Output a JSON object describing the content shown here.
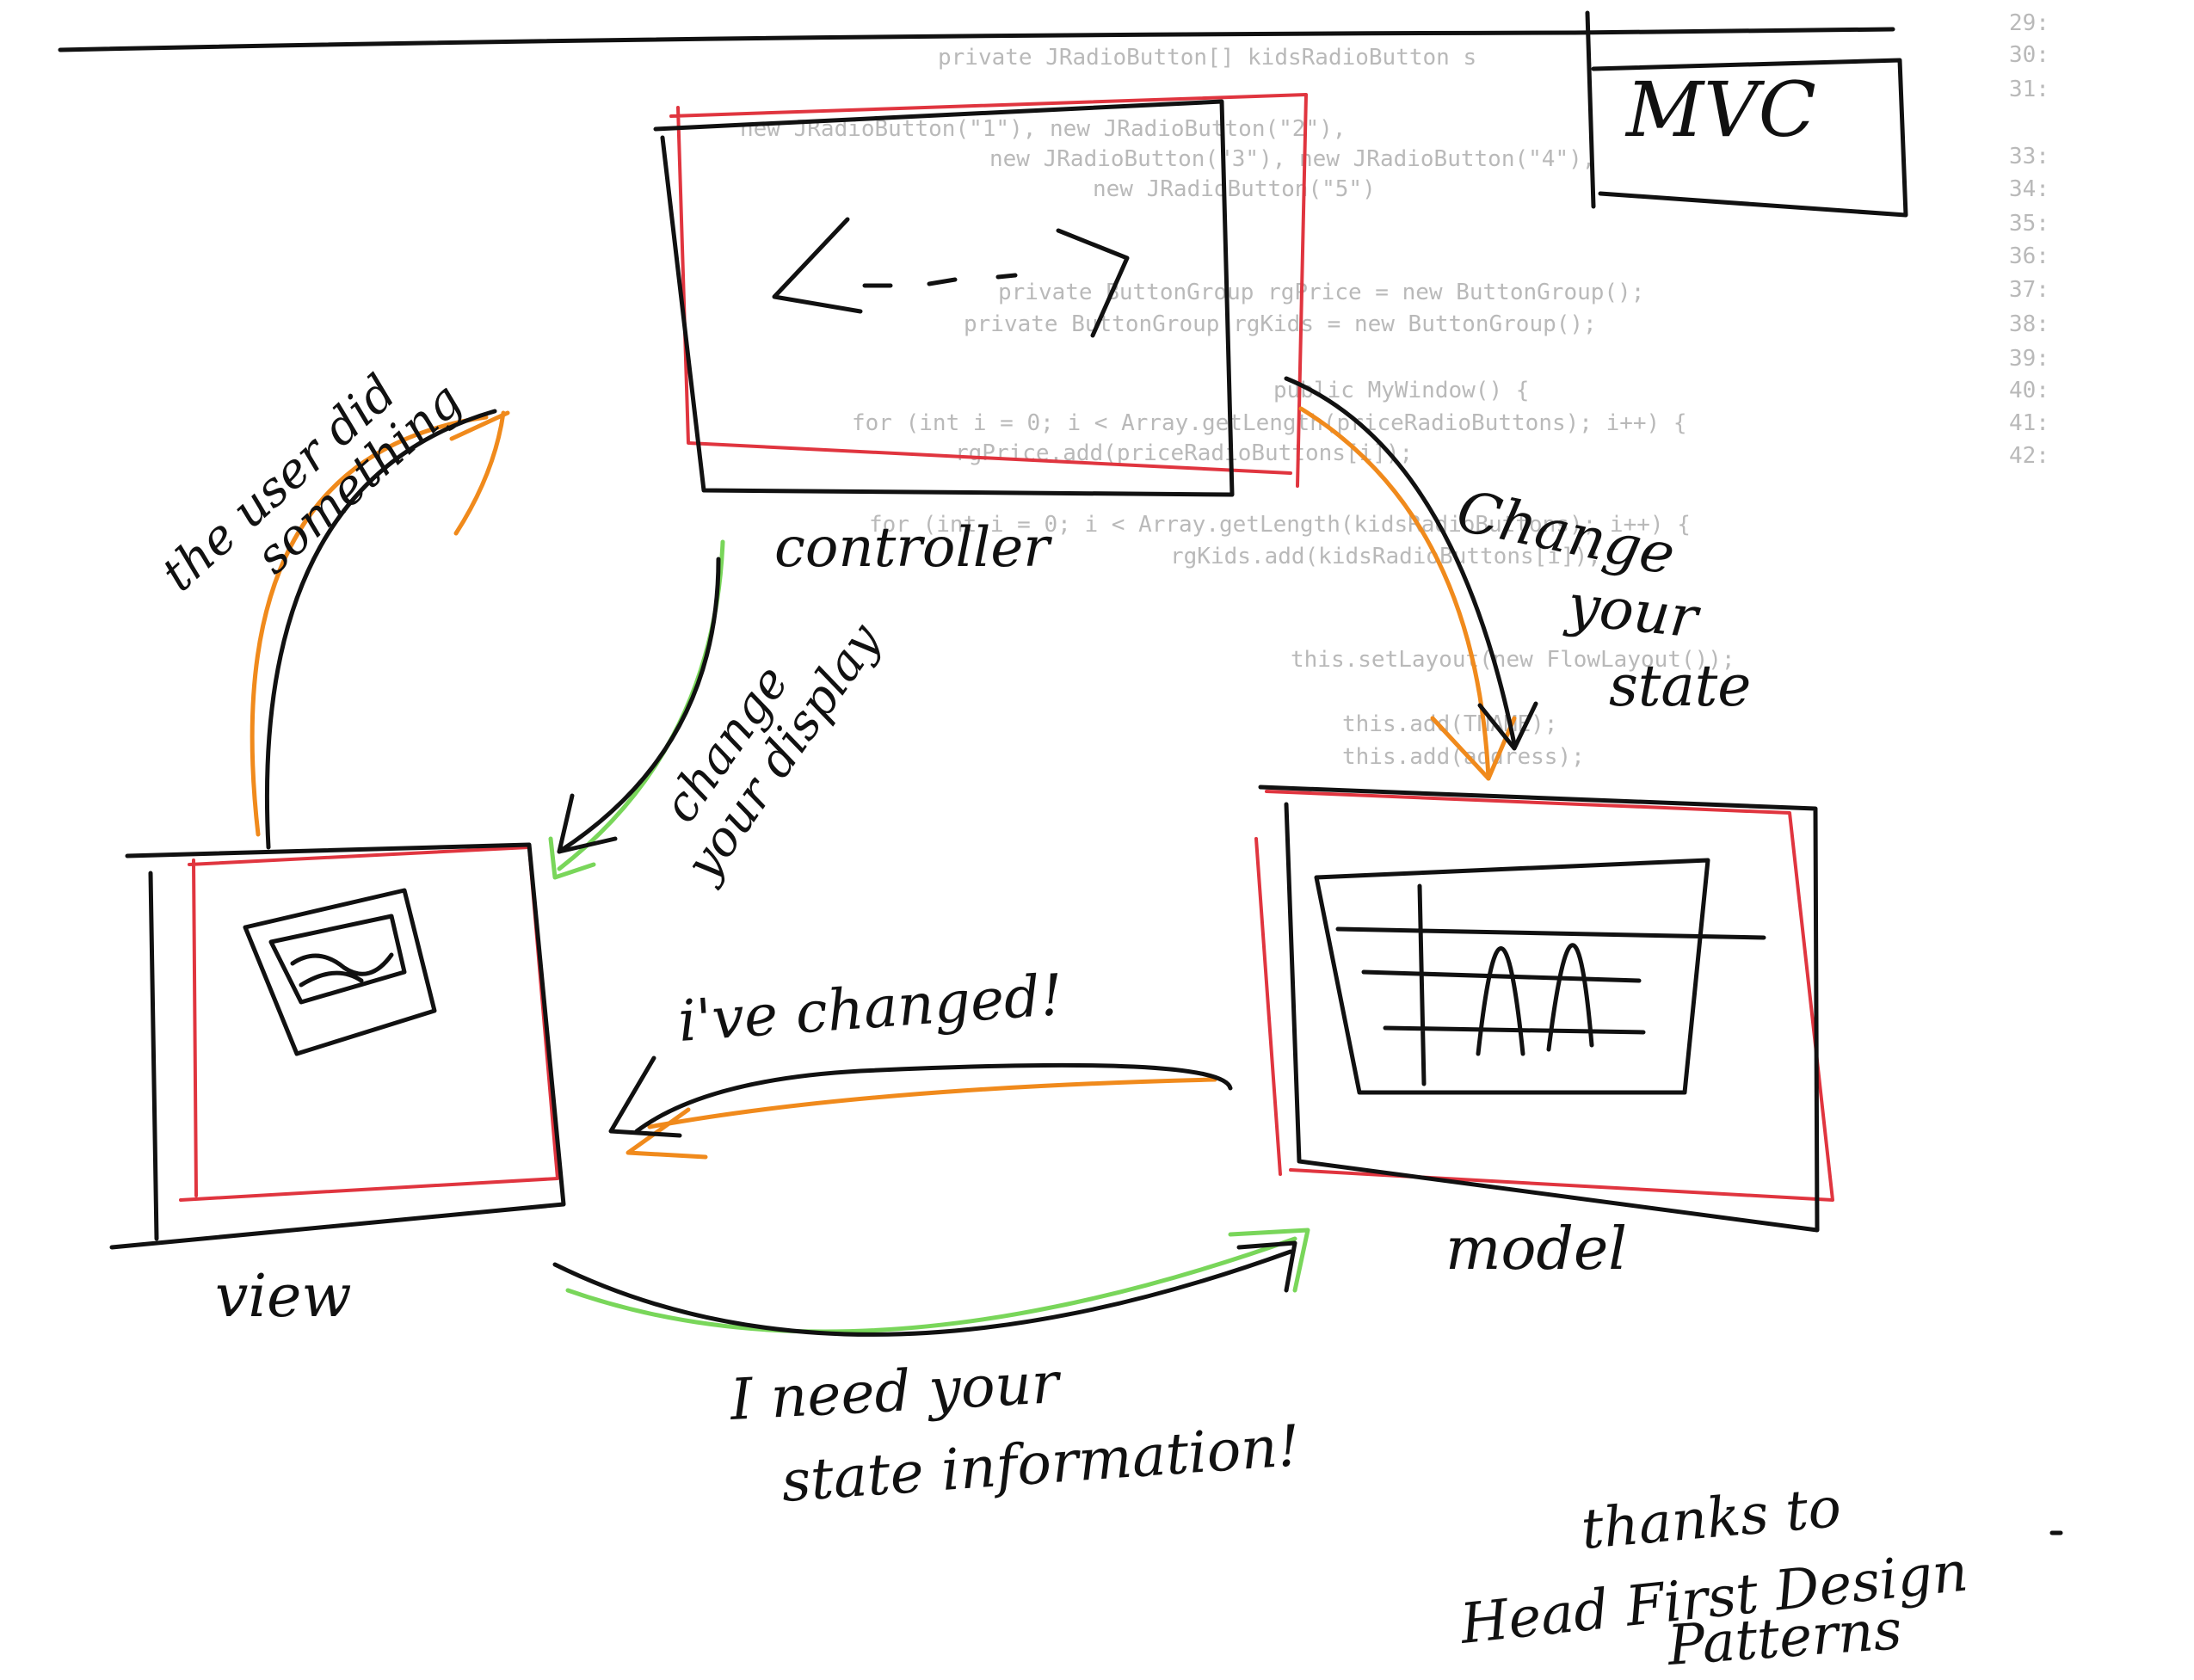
{
  "title": "MVC",
  "nodes": {
    "controller": "controller",
    "view": "view",
    "model": "model"
  },
  "edges": {
    "user_did_something": [
      "the user did",
      "something"
    ],
    "change_your_state": [
      "Change",
      "your",
      "state"
    ],
    "change_your_display": [
      "change",
      "your display"
    ],
    "ive_changed": "i've  changed!",
    "need_state_info": [
      "I need your",
      "state information!"
    ]
  },
  "credit": [
    "thanks to",
    "Head First Design",
    "Patterns"
  ],
  "ghost_code": [
    "private JRadioButton[] kidsRadioButton s",
    "new JRadioButton(\"1\"), new JRadioButton(\"2\"),",
    "new JRadioButton(\"3\"), new JRadioButton(\"4\"),",
    "new JRadioButton(\"5\")",
    "private ButtonGroup rgPrice = new ButtonGroup();",
    "private ButtonGroup rgKids = new ButtonGroup();",
    "public MyWindow() {",
    "for (int i = 0; i < Array.getLength(priceRadioButtons); i++) {",
    "rgPrice.add(priceRadioButtons[i]);",
    "for (int i = 0; i < Array.getLength(kidsRadioButtons); i++) {",
    "rgKids.add(kidsRadioButtons[i]);",
    "this.setLayout(new FlowLayout());",
    "this.add(TNAME);",
    "this.add(address);"
  ],
  "ghost_line_numbers": [
    "29:",
    "30:",
    "31:",
    "33:",
    "34:",
    "35:",
    "36:",
    "37:",
    "38:",
    "39:",
    "40:",
    "41:",
    "42:"
  ],
  "colors": {
    "ink": "#111111",
    "red_pencil": "#e0353f",
    "orange_pencil": "#f08a1c",
    "green_pencil": "#79d65a",
    "ghost_text": "#b9b9b9"
  }
}
